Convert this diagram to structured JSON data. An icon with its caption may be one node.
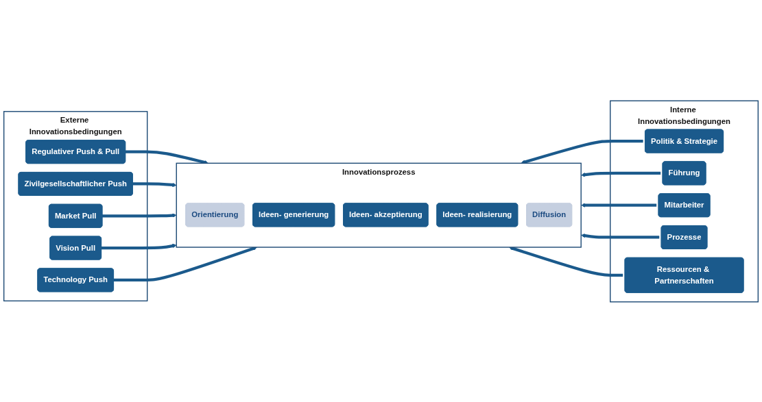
{
  "diagram": {
    "nodes": [
      {
        "text": [
          "Externe Innovationsbedingungen"
        ]
      },
      {
        "text": [
          "Regulativer Push & Pull"
        ],
        "in": 0
      },
      {
        "text": [
          "Zivilgesellschaftlicher Push"
        ],
        "in": 0
      },
      {
        "text": [
          "Market Pull"
        ],
        "in": 0
      },
      {
        "text": [
          "Vision Pull"
        ],
        "in": 0
      },
      {
        "text": [
          "Technology Push"
        ],
        "in": 0
      },
      {
        "text": [
          "Innovationsprozess"
        ]
      },
      {
        "text": [
          "Orientierung"
        ],
        "in": 6
      },
      {
        "text": [
          "Ideen- generierung"
        ],
        "in": 6
      },
      {
        "text": [
          "Ideen- akzeptierung"
        ],
        "in": 6
      },
      {
        "text": [
          "Ideen- realisierung"
        ],
        "in": 6
      },
      {
        "text": [
          "Diffusion"
        ],
        "in": 6
      },
      {
        "text": [
          "Interne Innovationsbedingungen"
        ]
      },
      {
        "text": [
          "Politik & Strategie"
        ],
        "in": 12
      },
      {
        "text": [
          "Führung"
        ],
        "in": 12
      },
      {
        "text": [
          "Mitarbeiter"
        ],
        "in": 12
      },
      {
        "text": [
          "Prozesse"
        ],
        "in": 12
      },
      {
        "text": [
          "Ressourcen & Partnerschaften"
        ],
        "in": 12
      }
    ],
    "edges": [
      {
        "from": 1,
        "to": 6,
        "arrow": "to"
      },
      {
        "from": 2,
        "to": 6,
        "arrow": "to"
      },
      {
        "from": 3,
        "to": 6,
        "arrow": "to"
      },
      {
        "from": 4,
        "to": 6,
        "arrow": "to"
      },
      {
        "from": 5,
        "to": 6,
        "arrow": "to"
      },
      {
        "from": 13,
        "to": 6,
        "arrow": "to"
      },
      {
        "from": 14,
        "to": 6,
        "arrow": "to"
      },
      {
        "from": 15,
        "to": 6,
        "arrow": "to"
      },
      {
        "from": 16,
        "to": 6,
        "arrow": "to"
      },
      {
        "from": 17,
        "to": 6,
        "arrow": "to"
      }
    ]
  }
}
